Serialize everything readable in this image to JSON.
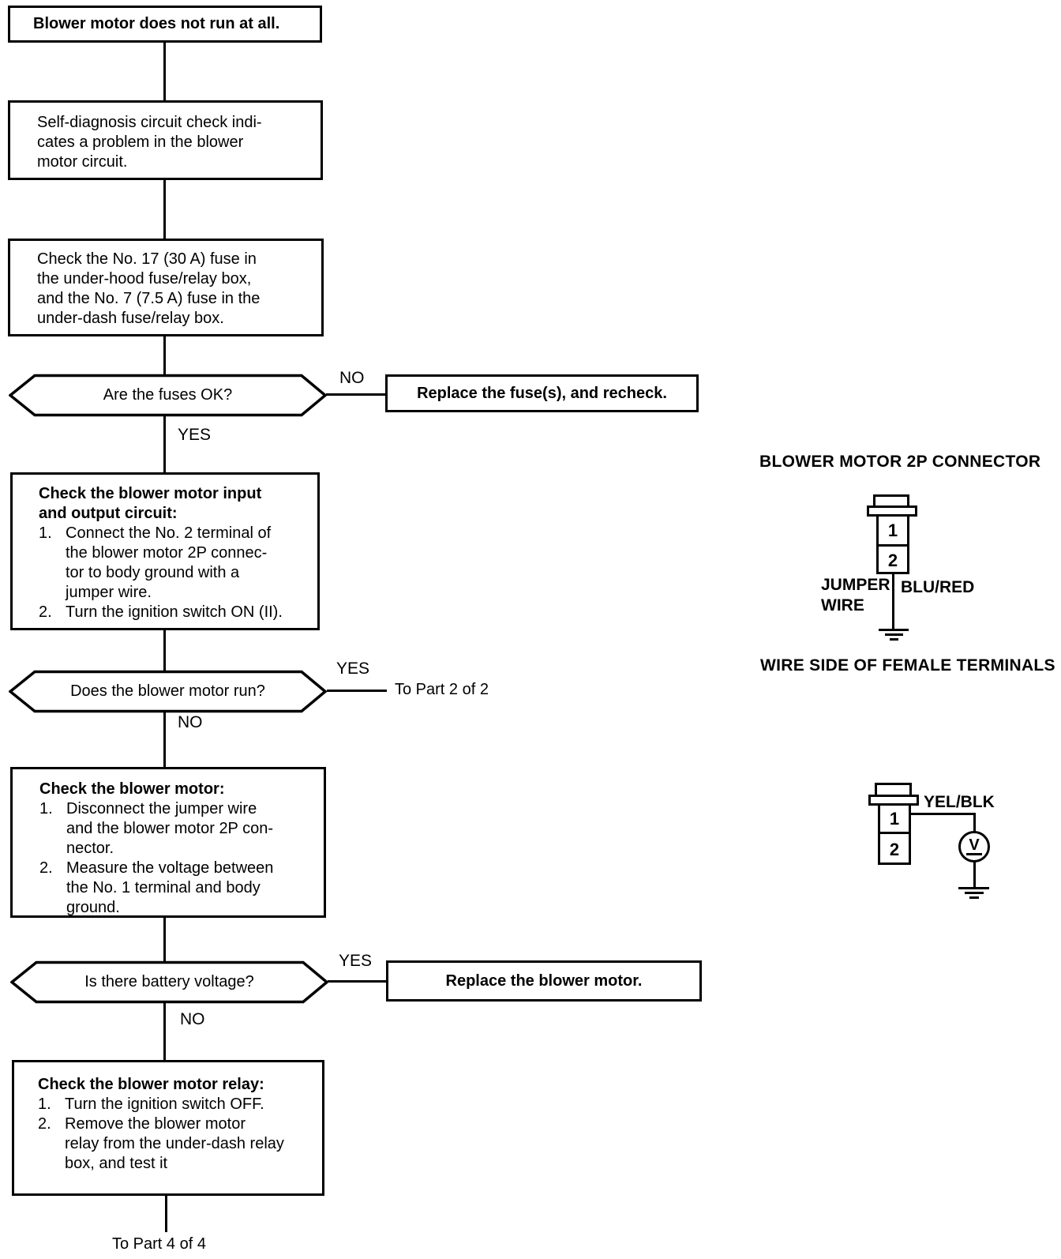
{
  "flow": {
    "box_start": {
      "text": "Blower motor does not run at all."
    },
    "box_self_diagnosis": {
      "text": "Self-diagnosis circuit check indi-\ncates a problem in the blower\nmotor circuit."
    },
    "box_check_fuses": {
      "text": "Check the No. 17 (30 A) fuse in\nthe under-hood fuse/relay box,\nand the No. 7 (7.5 A) fuse in the\nunder-dash fuse/relay box."
    },
    "decision_fuses": {
      "question": "Are the fuses OK?",
      "no_label": "NO",
      "yes_label": "YES",
      "no_action": "Replace the fuse(s), and recheck."
    },
    "box_check_input_output": {
      "title": "Check the blower motor input\nand output circuit:",
      "items": [
        {
          "num": "1.",
          "text": "Connect the No. 2 terminal of\nthe blower motor 2P connec-\ntor to body ground with a\njumper wire."
        },
        {
          "num": "2.",
          "text": "Turn the ignition switch ON (II)."
        }
      ]
    },
    "decision_motor_run": {
      "question": "Does the blower motor run?",
      "yes_label": "YES",
      "yes_action": "To Part 2 of 2",
      "no_label": "NO"
    },
    "box_check_motor": {
      "title": "Check the blower motor:",
      "items": [
        {
          "num": "1.",
          "text": "Disconnect the jumper wire\nand the blower motor 2P con-\nnector."
        },
        {
          "num": "2.",
          "text": "Measure the voltage between\nthe No. 1 terminal and body\nground."
        }
      ]
    },
    "decision_battery": {
      "question": "Is there battery voltage?",
      "yes_label": "YES",
      "yes_action": "Replace the blower motor.",
      "no_label": "NO"
    },
    "box_check_relay": {
      "title": "Check the blower motor relay:",
      "items": [
        {
          "num": "1.",
          "text": "Turn the ignition switch OFF."
        },
        {
          "num": "2.",
          "text": "Remove the blower motor\nrelay from the under-dash relay\nbox, and test it"
        }
      ]
    },
    "exit_label": "To Part 4 of 4"
  },
  "panel": {
    "connector_heading": "BLOWER MOTOR 2P CONNECTOR",
    "wire_side_heading": "WIRE SIDE OF FEMALE TERMINALS",
    "connector1": {
      "terminal1": "1",
      "terminal2": "2",
      "jumper_label": "JUMPER\nWIRE",
      "wire_color": "BLU/RED"
    },
    "connector2": {
      "terminal1": "1",
      "terminal2": "2",
      "wire_color": "YEL/BLK",
      "meter_label": "V"
    }
  },
  "colors": {
    "ink": "#000000",
    "background": "#ffffff"
  }
}
